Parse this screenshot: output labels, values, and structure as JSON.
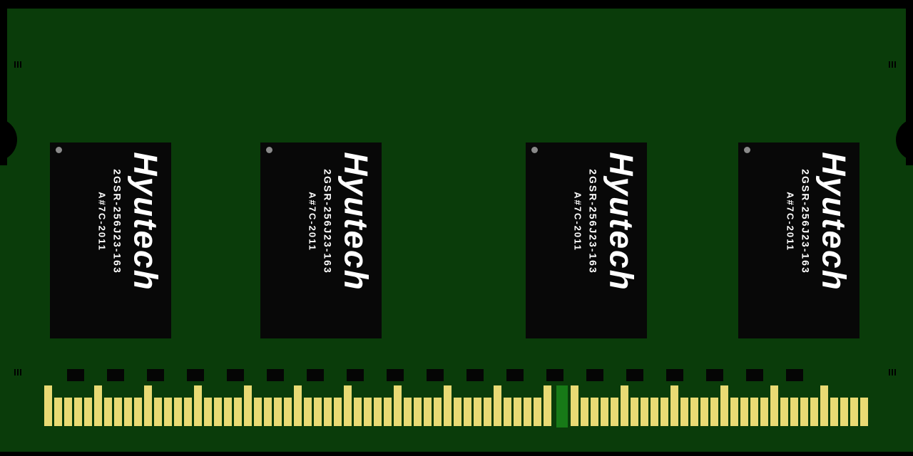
{
  "module": {
    "type": "ram-memory-module",
    "description": "SO-DIMM RAM stick illustration with four memory chips and gold edge connector"
  },
  "colors": {
    "board_green": "#0a3c0a",
    "chip_black": "#080808",
    "pin_gold": "#e9da74",
    "key_green": "#177a17",
    "text_white": "#ffffff",
    "pin1_dot_gray": "#8a8a8a",
    "background_black": "#000000"
  },
  "chips": [
    {
      "brand": "Hyutech",
      "part_number": "2GSR-256J23-163",
      "date_code": "A#7C-2011"
    },
    {
      "brand": "Hyutech",
      "part_number": "2GSR-256J23-163",
      "date_code": "A#7C-2011"
    },
    {
      "brand": "Hyutech",
      "part_number": "2GSR-256J23-163",
      "date_code": "A#7C-2011"
    },
    {
      "brand": "Hyutech",
      "part_number": "2GSR-256J23-163",
      "date_code": "A#7C-2011"
    }
  ],
  "smd_components": {
    "count": 19
  },
  "edge_connector": {
    "left_pin_count": 51,
    "right_pin_count": 30,
    "tall_pin_interval": 5
  }
}
